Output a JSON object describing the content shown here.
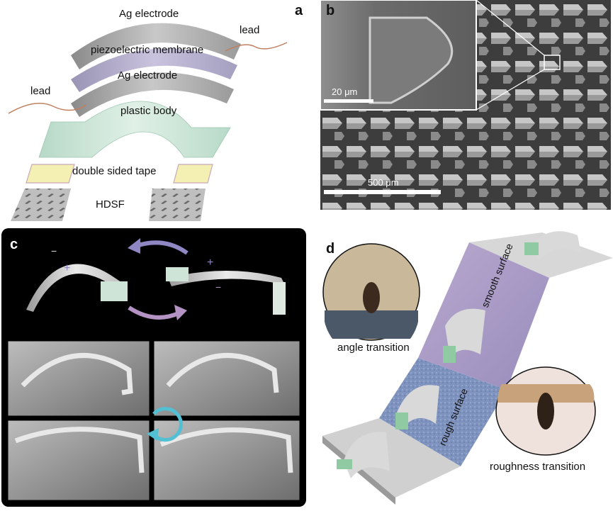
{
  "figure": {
    "panel_a": {
      "label": "a",
      "layers": {
        "ag_top": "Ag electrode",
        "piezo": "piezoelectric membrane",
        "ag_bottom": "Ag electrode",
        "body": "plastic body",
        "tape": "double sided tape",
        "hdsf": "HDSF"
      },
      "lead_top": "lead",
      "lead_left": "lead"
    },
    "panel_b": {
      "label": "b",
      "inset_scale": "20 μm",
      "main_scale": "500 μm"
    },
    "panel_c": {
      "label": "c",
      "charges_top": "−",
      "charges_bottom": "+"
    },
    "panel_d": {
      "label": "d",
      "smooth": "smooth surface",
      "rough": "rough surface",
      "angle": "angle transition",
      "roughness": "roughness transition"
    }
  }
}
